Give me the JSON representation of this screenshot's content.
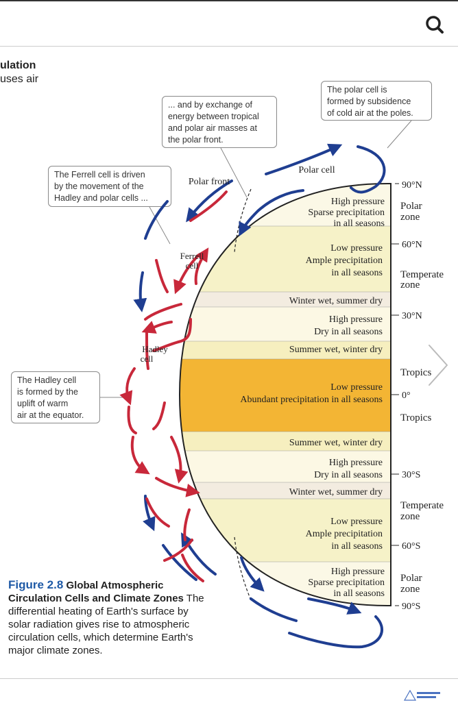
{
  "toolbar": {
    "search_icon": "search-icon"
  },
  "heading": {
    "line1": "ulation",
    "line2": "uses air"
  },
  "callouts": {
    "polar_cell": [
      "The polar cell is",
      "formed by subsidence",
      "of cold air at the poles."
    ],
    "polar_front": [
      "... and by exchange of",
      "energy between tropical",
      "and polar air masses at",
      "the polar front."
    ],
    "ferrell": [
      "The Ferrell cell is driven",
      "by the movement of the",
      "Hadley and polar cells ..."
    ],
    "hadley": [
      "The Hadley cell",
      "is formed by the",
      "uplift of warm",
      "air at the equator."
    ]
  },
  "diagram": {
    "polar_cell": "Polar cell",
    "polar_front": "Polar front",
    "ferrell_cell": [
      "Ferrell",
      "cell"
    ],
    "hadley_cell": [
      "Hadley",
      "cell"
    ],
    "zones": [
      [
        "High pressure",
        "Sparse precipitation",
        "in all seasons"
      ],
      [
        "Low pressure",
        "Ample precipitation",
        "in all seasons"
      ],
      [
        "Winter wet, summer dry"
      ],
      [
        "High pressure",
        "Dry in all seasons"
      ],
      [
        "Summer wet, winter dry"
      ],
      [
        "Low pressure",
        "Abundant precipitation in all seasons"
      ],
      [
        "Summer wet, winter dry"
      ],
      [
        "High pressure",
        "Dry in all seasons"
      ],
      [
        "Winter wet, summer dry"
      ],
      [
        "Low pressure",
        "Ample precipitation",
        "in all seasons"
      ],
      [
        "High pressure",
        "Sparse precipitation",
        "in all seasons"
      ]
    ],
    "latitudes": [
      "90°N",
      "60°N",
      "30°N",
      "0°",
      "30°S",
      "60°S",
      "90°S"
    ],
    "zone_labels": {
      "polar_n": [
        "Polar",
        "zone"
      ],
      "temperate_n": [
        "Temperate",
        "zone"
      ],
      "tropics_n": "Tropics",
      "tropics_s": "Tropics",
      "temperate_s": [
        "Temperate",
        "zone"
      ],
      "polar_s": [
        "Polar",
        "zone"
      ]
    }
  },
  "caption": {
    "figure": "Figure 2.8",
    "title": "Global Atmospheric Circulation Cells and Climate Zones",
    "body": "The differential heating of Earth's surface by solar radiation gives rise to atmospheric circulation cells, which determine Earth's major climate zones."
  },
  "colors": {
    "blue": "#1f3e91",
    "red": "#c8283a",
    "tropics": "#f3b534",
    "temperate": "#f6f2c8",
    "pale": "#fbf8e6"
  },
  "nav": {
    "next_icon": "chevron-right-icon"
  }
}
